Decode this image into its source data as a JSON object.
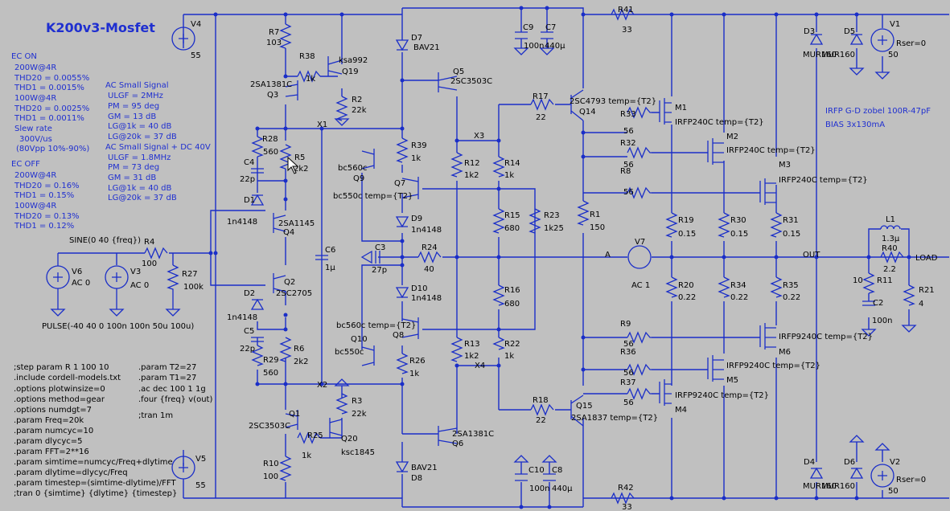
{
  "title": "K200v3-Mosfet",
  "ec_on": {
    "heading": "EC ON",
    "lines": [
      "200W@4R",
      "THD20 = 0.0055%",
      "THD1 = 0.0015%",
      "100W@4R",
      "THD20 = 0.0025%",
      "THD1 = 0.0011%",
      "Slew rate",
      "300V/us",
      "(80Vpp 10%-90%)"
    ]
  },
  "ec_off": {
    "heading": "EC OFF",
    "lines": [
      "200W@4R",
      "THD20 = 0.16%",
      "THD1 = 0.15%",
      "100W@4R",
      "THD20 = 0.13%",
      "THD1 = 0.12%"
    ]
  },
  "ac_small": [
    "AC Small Signal",
    "ULGF = 2MHz",
    "PM = 95 deg",
    "GM = 13 dB",
    "LG@1k = 40 dB",
    "LG@20k = 37 dB"
  ],
  "ac_small_dc": [
    "AC Small Signal + DC 40V",
    "ULGF = 1.8MHz",
    "PM = 73 deg",
    "GM = 31 dB",
    "LG@1k = 40 dB",
    "LG@20k = 37 dB"
  ],
  "right_note": [
    "IRFP G-D zobel 100R-47pF",
    "BIAS 3x130mA"
  ],
  "directives_left": [
    ";step param R 1 100 10",
    ".include cordell-models.txt",
    ".options plotwinsize=0",
    ".options method=gear",
    ".options numdgt=7",
    ".param Freq=20k",
    ".param numcyc=10",
    ".param dlycyc=5",
    ".param FFT=2**16",
    ".param simtime=numcyc/Freq+dlytime",
    ".param dlytime=dlycyc/Freq",
    ".param timestep=(simtime-dlytime)/FFT",
    ";tran 0 {simtime} {dlytime} {timestep}"
  ],
  "directives_right": [
    ".param T2=27",
    ".param T1=27",
    ".ac dec 100 1 1g",
    ".four {freq} v(out)",
    ";tran 1m"
  ],
  "sources": {
    "v4": [
      "V4",
      "55"
    ],
    "v5": [
      "V5",
      "55"
    ],
    "v1": [
      "V1",
      "Rser=0",
      "50"
    ],
    "v2": [
      "V2",
      "Rser=0",
      "50"
    ],
    "v6": [
      "V6",
      "AC 0"
    ],
    "v3": [
      "V3",
      "AC 0"
    ],
    "v7": [
      "V7",
      "AC 1"
    ],
    "sine": "SINE(0 40 {freq})",
    "pulse": "PULSE(-40 40 0 100n 100n 50u 100u)"
  },
  "labels": {
    "r7": [
      "R7",
      "103"
    ],
    "r38": [
      "R38",
      "1k"
    ],
    "q19": [
      "ksa992",
      "Q19"
    ],
    "r2": [
      "R2",
      "22k"
    ],
    "q3": [
      "2SA1381C",
      "Q3"
    ],
    "r28": [
      "R28",
      "560"
    ],
    "r5": [
      "R5",
      "2k2"
    ],
    "c4": [
      "C4",
      "22p"
    ],
    "d1": [
      "D1",
      "1n4148"
    ],
    "q4": [
      "2SA1145",
      "Q4"
    ],
    "r4": [
      "R4",
      "100"
    ],
    "r27": [
      "R27",
      "100k"
    ],
    "c6": [
      "C6",
      "1µ"
    ],
    "q2": [
      "Q2",
      "2SC2705"
    ],
    "d2": [
      "D2",
      "1n4148"
    ],
    "c5": [
      "C5",
      "22p"
    ],
    "r29": [
      "R29",
      "560"
    ],
    "r6": [
      "R6",
      "2k2"
    ],
    "r3": [
      "R3",
      "22k"
    ],
    "q1": [
      "Q1",
      "2SC3503C"
    ],
    "r25": [
      "R25",
      "1k"
    ],
    "q20": [
      "Q20",
      "ksc1845"
    ],
    "r10": [
      "R10",
      "100"
    ],
    "d7": [
      "D7",
      "BAV21"
    ],
    "q5": [
      "Q5",
      "2SC3503C"
    ],
    "r39": [
      "R39",
      "1k"
    ],
    "q9": [
      "bc560c",
      "Q9"
    ],
    "q7": [
      "bc550c temp={T2}",
      "Q7"
    ],
    "d9": [
      "D9",
      "1n4148"
    ],
    "c3": [
      "C3",
      "27p"
    ],
    "r24": [
      "R24",
      "40"
    ],
    "d10": [
      "D10",
      "1n4148"
    ],
    "q8": [
      "bc560c temp={T2}",
      "Q8"
    ],
    "q10": [
      "Q10",
      "bc550c"
    ],
    "r26": [
      "R26",
      "1k"
    ],
    "q6": [
      "2SA1381C",
      "Q6"
    ],
    "d8": [
      "BAV21",
      "D8"
    ],
    "r12": [
      "R12",
      "1k2"
    ],
    "r13": [
      "R13",
      "1k2"
    ],
    "r14": [
      "R14",
      "1k"
    ],
    "r15": [
      "R15",
      "680"
    ],
    "r16": [
      "R16",
      "680"
    ],
    "r22": [
      "R22",
      "1k"
    ],
    "r23": [
      "R23",
      "1k25"
    ],
    "r17": [
      "R17",
      "22"
    ],
    "r18": [
      "R18",
      "22"
    ],
    "q14": [
      "2SC4793 temp={T2}",
      "Q14"
    ],
    "q15": [
      "Q15",
      "2SA1837 temp={T2}"
    ],
    "r1": [
      "R1",
      "150"
    ],
    "c9": [
      "C9",
      "100n"
    ],
    "c7": [
      "C7",
      "440µ"
    ],
    "c10": [
      "C10",
      "100n"
    ],
    "c8": [
      "C8",
      "440µ"
    ],
    "r41": [
      "R41",
      "33"
    ],
    "r42": [
      "R42",
      "33"
    ],
    "r33": [
      "R33",
      "56"
    ],
    "r32": [
      "R32",
      "56"
    ],
    "r8": [
      "R8",
      "56"
    ],
    "r9": [
      "R9",
      "56"
    ],
    "r36": [
      "R36",
      "56"
    ],
    "r37": [
      "R37",
      "56"
    ],
    "m1": [
      "M1",
      "IRFP240C temp={T2}"
    ],
    "m2": [
      "M2",
      "IRFP240C temp={T2}"
    ],
    "m3": [
      "M3",
      "IRFP240C temp={T2}"
    ],
    "m6": [
      "M6",
      "IRFP9240C temp={T2}"
    ],
    "m5": [
      "M5",
      "IRFP9240C temp={T2}"
    ],
    "m4": [
      "M4",
      "IRFP9240C temp={T2}"
    ],
    "r19": [
      "R19",
      "0.15"
    ],
    "r30": [
      "R30",
      "0.15"
    ],
    "r31": [
      "R31",
      "0.15"
    ],
    "r20": [
      "R20",
      "0.22"
    ],
    "r34": [
      "R34",
      "0.22"
    ],
    "r35": [
      "R35",
      "0.22"
    ],
    "d3": [
      "D3",
      "MUR160"
    ],
    "d5": [
      "D5",
      "MUR160"
    ],
    "d4": [
      "D4",
      "MUR160"
    ],
    "d6": [
      "D6",
      "MUR160"
    ],
    "l1": [
      "L1",
      "1.3µ"
    ],
    "r40": [
      "R40",
      "2.2"
    ],
    "r11": [
      "R11",
      "10"
    ],
    "c2": [
      "C2",
      "100n"
    ],
    "r21": [
      "R21",
      "4"
    ],
    "nets": [
      "X1",
      "X2",
      "X3",
      "X4",
      "A",
      "OUT",
      "LOAD"
    ]
  }
}
